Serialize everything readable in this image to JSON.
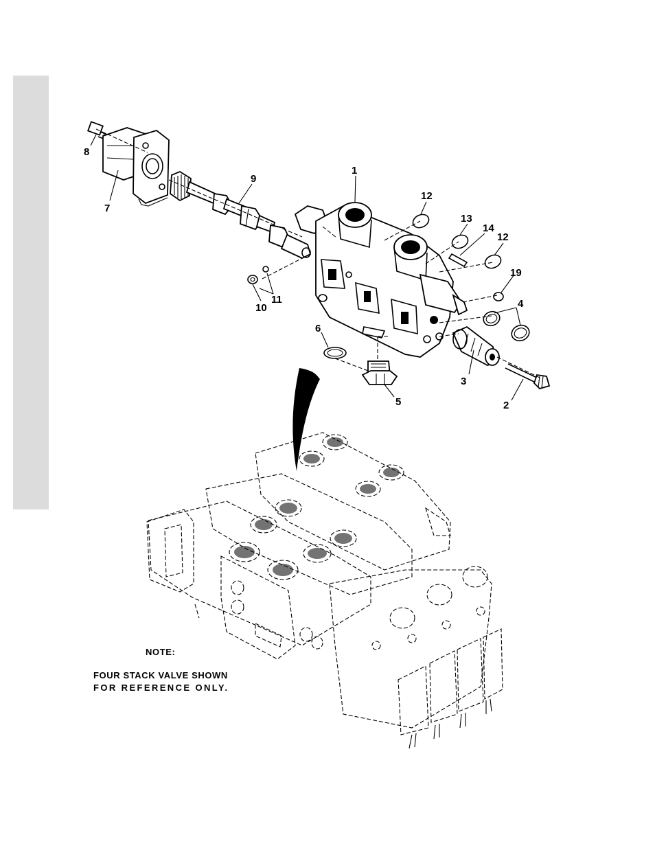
{
  "callouts": [
    {
      "id": "c1",
      "text": "1"
    },
    {
      "id": "c2",
      "text": "2"
    },
    {
      "id": "c3",
      "text": "3"
    },
    {
      "id": "c4",
      "text": "4"
    },
    {
      "id": "c5",
      "text": "5"
    },
    {
      "id": "c6",
      "text": "6"
    },
    {
      "id": "c7",
      "text": "7"
    },
    {
      "id": "c8",
      "text": "8"
    },
    {
      "id": "c9",
      "text": "9"
    },
    {
      "id": "c10",
      "text": "10"
    },
    {
      "id": "c11",
      "text": "11"
    },
    {
      "id": "c12a",
      "text": "12"
    },
    {
      "id": "c12b",
      "text": "12"
    },
    {
      "id": "c13",
      "text": "13"
    },
    {
      "id": "c14",
      "text": "14"
    },
    {
      "id": "c19",
      "text": "19"
    }
  ],
  "note": {
    "title": "NOTE:",
    "line1": "FOUR STACK VALVE SHOWN",
    "line2": "FOR REFERENCE ONLY."
  },
  "colors": {
    "ink": "#000000",
    "side_bar": "#dcdcdc",
    "paper": "#ffffff"
  }
}
